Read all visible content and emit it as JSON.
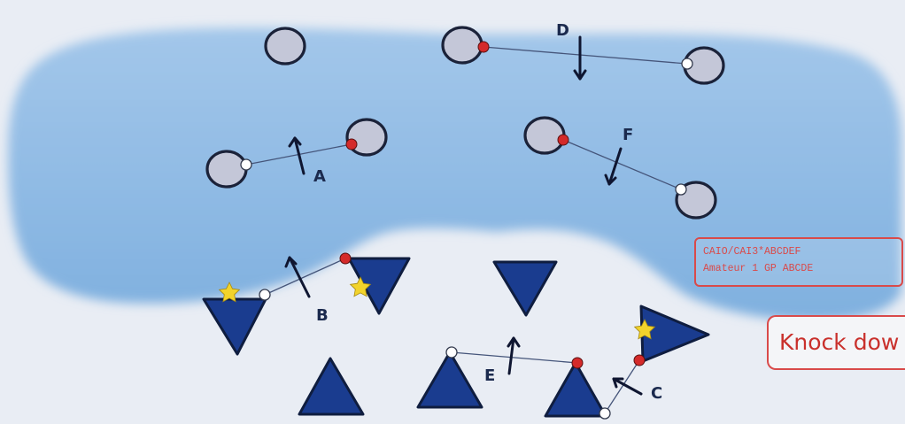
{
  "labels": {
    "a": "A",
    "b": "B",
    "c": "C",
    "d": "D",
    "e": "E",
    "f": "F"
  },
  "class_box": {
    "line1": "CAIO/CAI3*ABCDEF",
    "line2": "Amateur 1 GP ABCDE"
  },
  "knock_box": {
    "text": "Knock dow"
  },
  "colors": {
    "water": "#8db8e2",
    "obstacle_fill": "#c4c7d8",
    "triangle": "#1a3c8f",
    "red_flag": "#d42a2a",
    "white_flag": "#ffffff",
    "star": "#f2d32b",
    "accent_red": "#d94a4a"
  },
  "icons": {
    "star": "star-icon",
    "arrow": "arrow-icon"
  }
}
